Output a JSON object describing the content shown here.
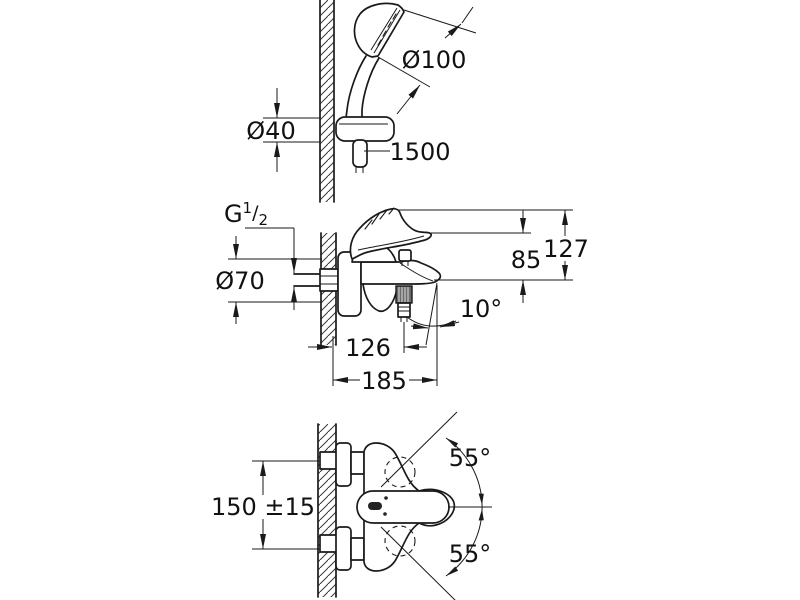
{
  "drawing": {
    "type": "technical-dimension-drawing",
    "colors": {
      "line": "#1a1a1a",
      "background": "#ffffff"
    },
    "labels": {
      "head_diameter": "Ø100",
      "holder_diameter": "Ø40",
      "hose_length": "1500",
      "thread": {
        "base": "G",
        "sup": "1",
        "slash": "/",
        "sub": "2"
      },
      "escutcheon_diameter": "Ø70",
      "total_height": "127",
      "spout_height": "85",
      "spout_angle": "10°",
      "outlet_depth": "126",
      "total_depth": "185",
      "connection_distance": "150 ±15",
      "swivel_top": "55°",
      "swivel_bottom": "55°"
    }
  }
}
